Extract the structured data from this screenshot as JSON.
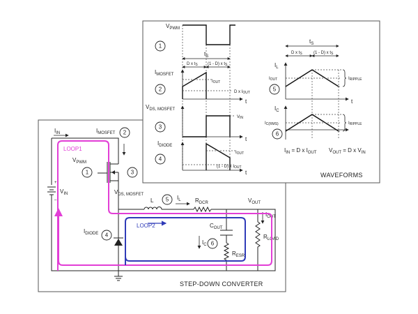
{
  "labels": {
    "step_down_converter": "STEP-DOWN CONVERTER",
    "waveforms": "WAVEFORMS",
    "loop1": "LOOP1",
    "loop2": "LOOP2",
    "iin": "I",
    "iin_sub": "IN",
    "imosfet": "I",
    "imosfet_sub": "MOSFET",
    "vpwm": "V",
    "vpwm_sub": "PWM",
    "vin": "V",
    "vin_sub": "IN",
    "vds": "V",
    "vds_sub": "DS, MOSFET",
    "l": "L",
    "il": "I",
    "il_sub": "L",
    "rdcr": "R",
    "rdcr_sub": "DCR",
    "vout": "V",
    "vout_sub": "OUT",
    "iout": "I",
    "iout_sub": "OUT",
    "cout": "C",
    "cout_sub": "OUT",
    "rload": "R",
    "rload_sub": "LOAD",
    "idiode": "I",
    "idiode_sub": "DIODE",
    "ic": "I",
    "ic_sub": "C",
    "resr": "R",
    "resr_sub": "ESR",
    "plus": "+",
    "minus": "–"
  },
  "waveform_labels": {
    "vpwm": "V",
    "vpwm_sub": "PWM",
    "ts": "t",
    "ts_sub": "S",
    "d_ts": "D x t",
    "d_ts_sub": "S",
    "one_minus_d_ts": "(1 - D) x t",
    "one_minus_d_ts_sub": "S",
    "imosfet": "I",
    "imosfet_sub": "MOSFET",
    "iout": "I",
    "iout_sub": "OUT",
    "d_iout": "D x I",
    "d_iout_sub": "OUT",
    "t": "t",
    "vds": "V",
    "vds_sub": "DS, MOSFET",
    "vin": "V",
    "vin_sub": "IN",
    "idiode": "I",
    "idiode_sub": "DIODE",
    "one_minus_d_iout": "(1 - D) x I",
    "one_minus_d_iout_sub": "OUT",
    "il": "I",
    "il_sub": "L",
    "iripple": "I",
    "iripple_sub": "RIPPLE",
    "ic": "I",
    "ic_sub": "C",
    "icrms": "I",
    "icrms_sub": "C(RMS)",
    "eq_iin": "I",
    "eq_iin_sub": "IN",
    "eq_iin_rest": " = D x I",
    "eq_iin_sub2": "OUT",
    "eq_vout": "V",
    "eq_vout_sub": "OUT",
    "eq_vout_rest": " = D x V",
    "eq_vout_sub2": "IN"
  },
  "markers": [
    "1",
    "2",
    "3",
    "4",
    "5",
    "6"
  ],
  "colors": {
    "loop1": "#e23ed6",
    "loop2": "#2f3bb8",
    "line": "#222222"
  }
}
